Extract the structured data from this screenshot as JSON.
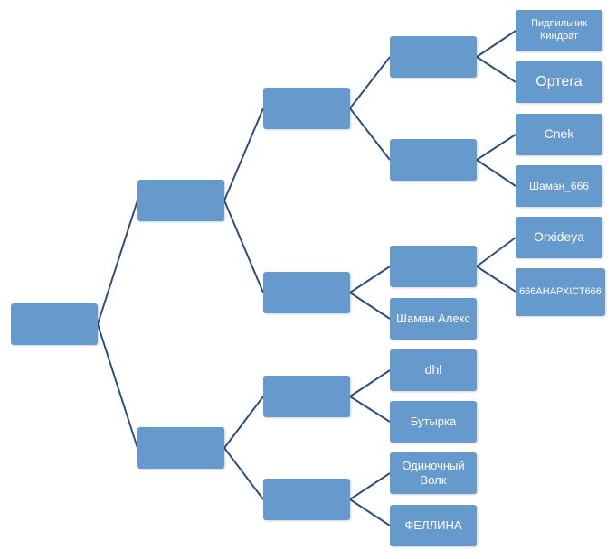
{
  "tree": {
    "root": "",
    "level1": [
      "",
      ""
    ],
    "level2": [
      "",
      "",
      "",
      ""
    ],
    "level3": [
      "",
      "",
      "Шаман Алекс",
      "dhl",
      "Бутырка",
      "Одиночный Волк",
      "ФЕЛЛИНА"
    ],
    "level4": [
      "Пидпильник Киндрат",
      "Ортега",
      "Cnek",
      "Шаман_666",
      "Orxideya",
      "666АНАРХIСТ666"
    ]
  },
  "colors": {
    "box_fill": "#6699cc",
    "connector": "#2e4f7a",
    "text": "#ffffff"
  }
}
